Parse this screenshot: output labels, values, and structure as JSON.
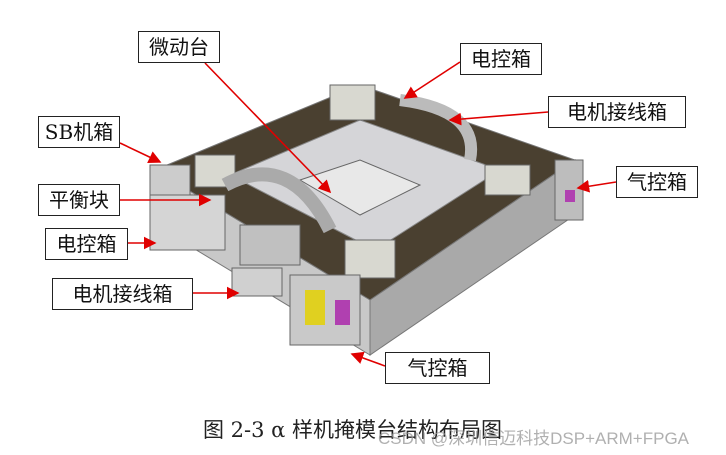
{
  "labels": {
    "micro_stage": "微动台",
    "electric_box_top": "电控箱",
    "motor_wiring_box_top": "电机接线箱",
    "sb_chassis": "SB机箱",
    "pneumatic_box_right": "气控箱",
    "balance_block": "平衡块",
    "electric_box_left": "电控箱",
    "motor_wiring_box_left": "电机接线箱",
    "pneumatic_box_bottom": "气控箱"
  },
  "caption": "图 2-3   α 样机掩模台结构布局图",
  "watermark": "CSDN @深圳信迈科技DSP+ARM+FPGA",
  "colors": {
    "arrow": "#e00000",
    "frame": "#b8b8b8",
    "granite": "#3a3328"
  }
}
